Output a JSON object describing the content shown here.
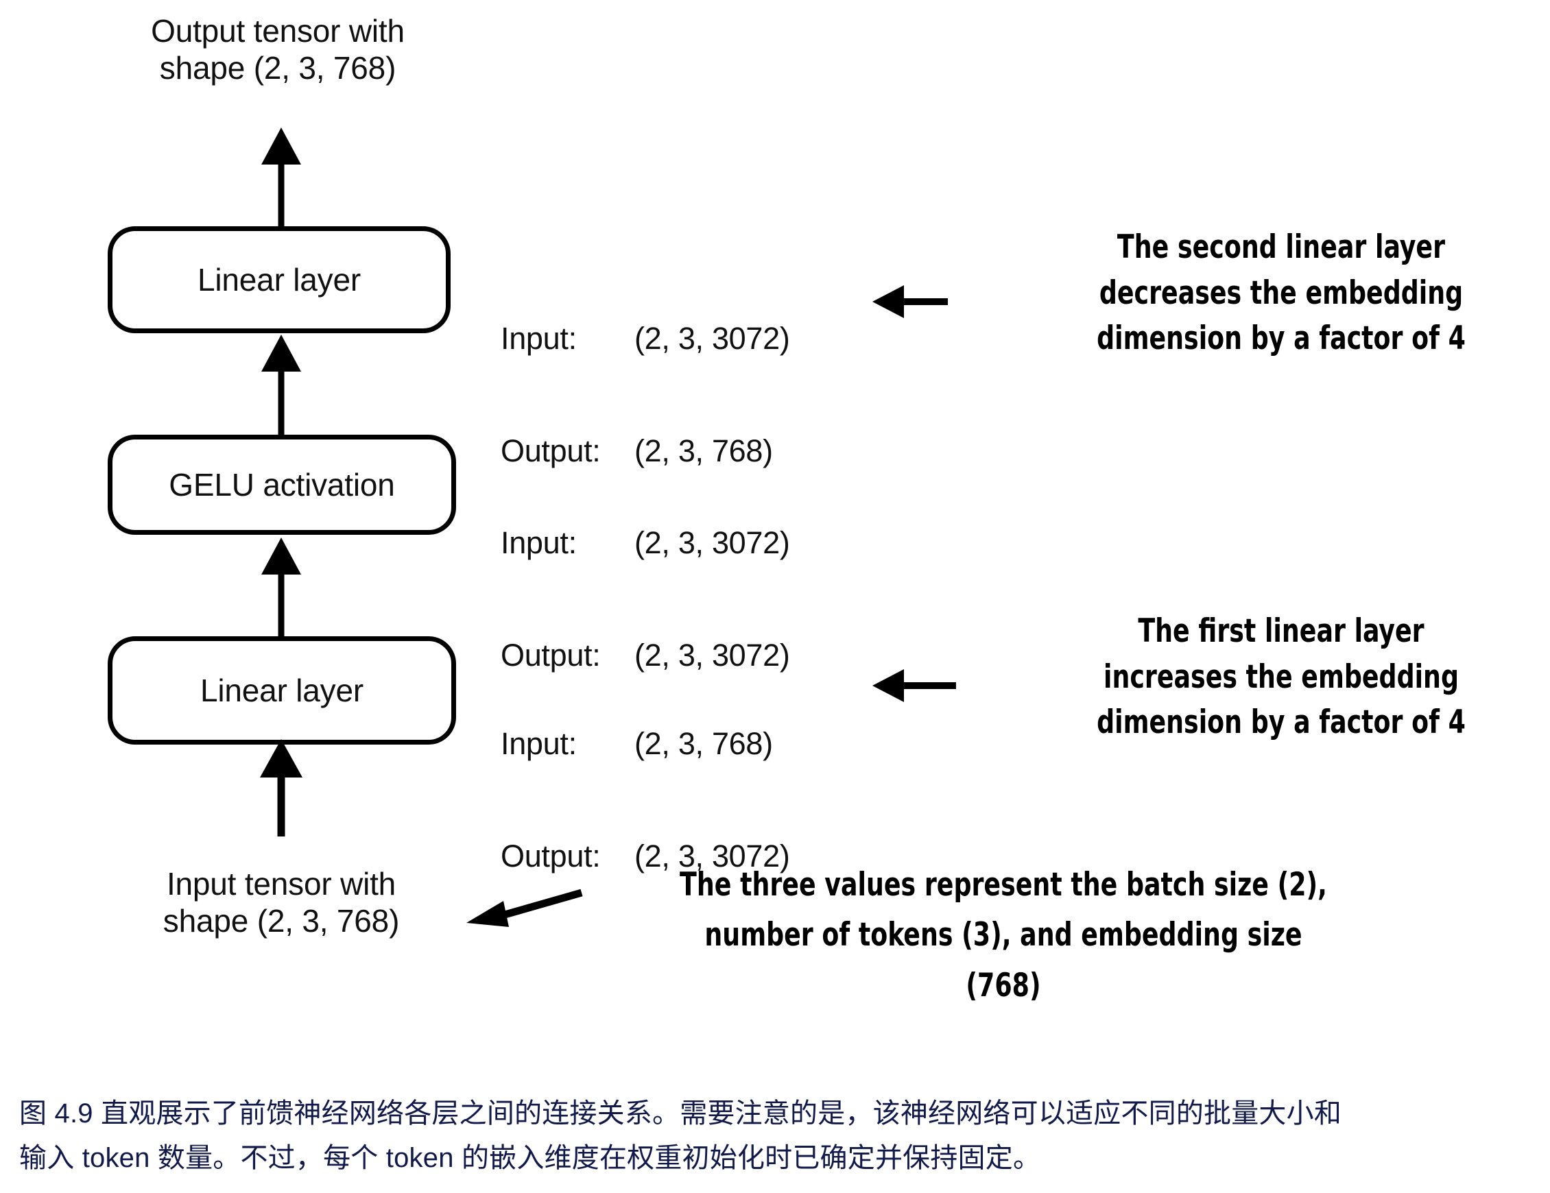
{
  "figure": {
    "top_tensor_label": {
      "line1": "Output tensor with",
      "line2": "shape (2, 3, 768)"
    },
    "bottom_tensor_label": {
      "line1": "Input tensor with",
      "line2": "shape (2, 3, 768)"
    },
    "blocks": [
      {
        "id": "second-linear-layer",
        "label": "Linear layer",
        "io": {
          "input_key": "Input:",
          "input_value": "(2, 3, 3072)",
          "output_key": "Output:",
          "output_value": "(2, 3, 768)"
        }
      },
      {
        "id": "gelu-activation",
        "label": "GELU activation",
        "io": {
          "input_key": "Input:",
          "input_value": "(2, 3, 3072)",
          "output_key": "Output:",
          "output_value": "(2, 3, 3072)"
        }
      },
      {
        "id": "first-linear-layer",
        "label": "Linear layer",
        "io": {
          "input_key": "Input:",
          "input_value": "(2, 3, 768)",
          "output_key": "Output:",
          "output_value": "(2, 3, 3072)"
        }
      }
    ],
    "annotations": [
      {
        "id": "second-linear-note",
        "line1": "The second linear layer",
        "line2": "decreases the embedding",
        "line3": "dimension by a factor of 4"
      },
      {
        "id": "first-linear-note",
        "line1": "The first linear layer",
        "line2": "increases the embedding",
        "line3": "dimension by a factor of 4"
      },
      {
        "id": "shape-values-note",
        "line1": "The three values represent the batch size (2),",
        "line2": "number of tokens (3), and embedding size",
        "line3": "(768)"
      }
    ]
  },
  "caption": {
    "line1": "图 4.9 直观展示了前馈神经网络各层之间的连接关系。需要注意的是，该神经网络可以适应不同的批量大小和",
    "line2": "输入 token 数量。不过，每个 token 的嵌入维度在权重初始化时已确定并保持固定。"
  },
  "colors": {
    "ink": "#000000",
    "caption": "#111a4a",
    "background": "#ffffff"
  }
}
